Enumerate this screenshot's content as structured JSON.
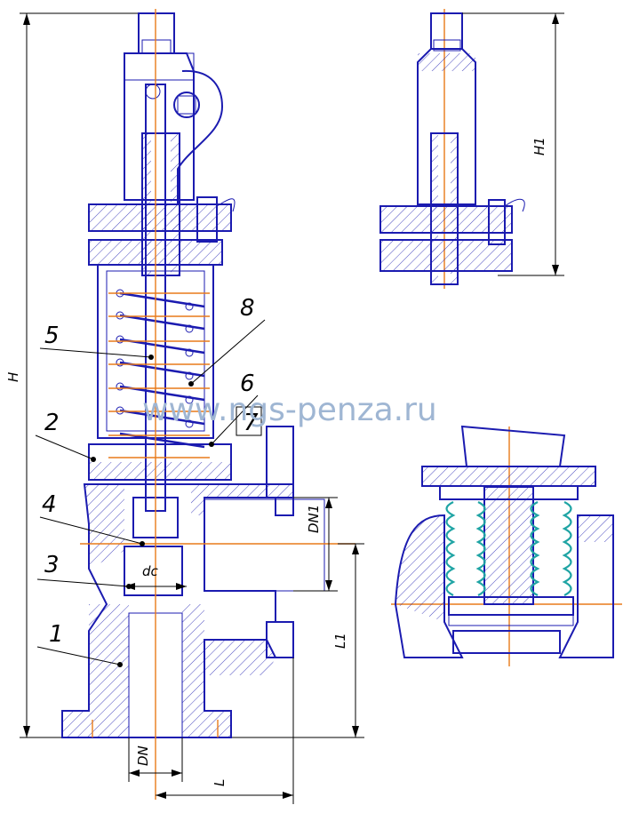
{
  "watermark": "www.ngs-penza.ru",
  "callouts": [
    "1",
    "2",
    "3",
    "4",
    "5",
    "6",
    "7",
    "8"
  ],
  "dimensions": {
    "H": "H",
    "H1": "H1",
    "DN1": "DN1",
    "L1": "L1",
    "dc": "dc",
    "DN": "DN",
    "L": "L"
  },
  "colors": {
    "outline": "#1b1bb0",
    "axis": "#e87a1a",
    "bellows": "#1fa4a4",
    "watermark": "#9fb6d3"
  }
}
